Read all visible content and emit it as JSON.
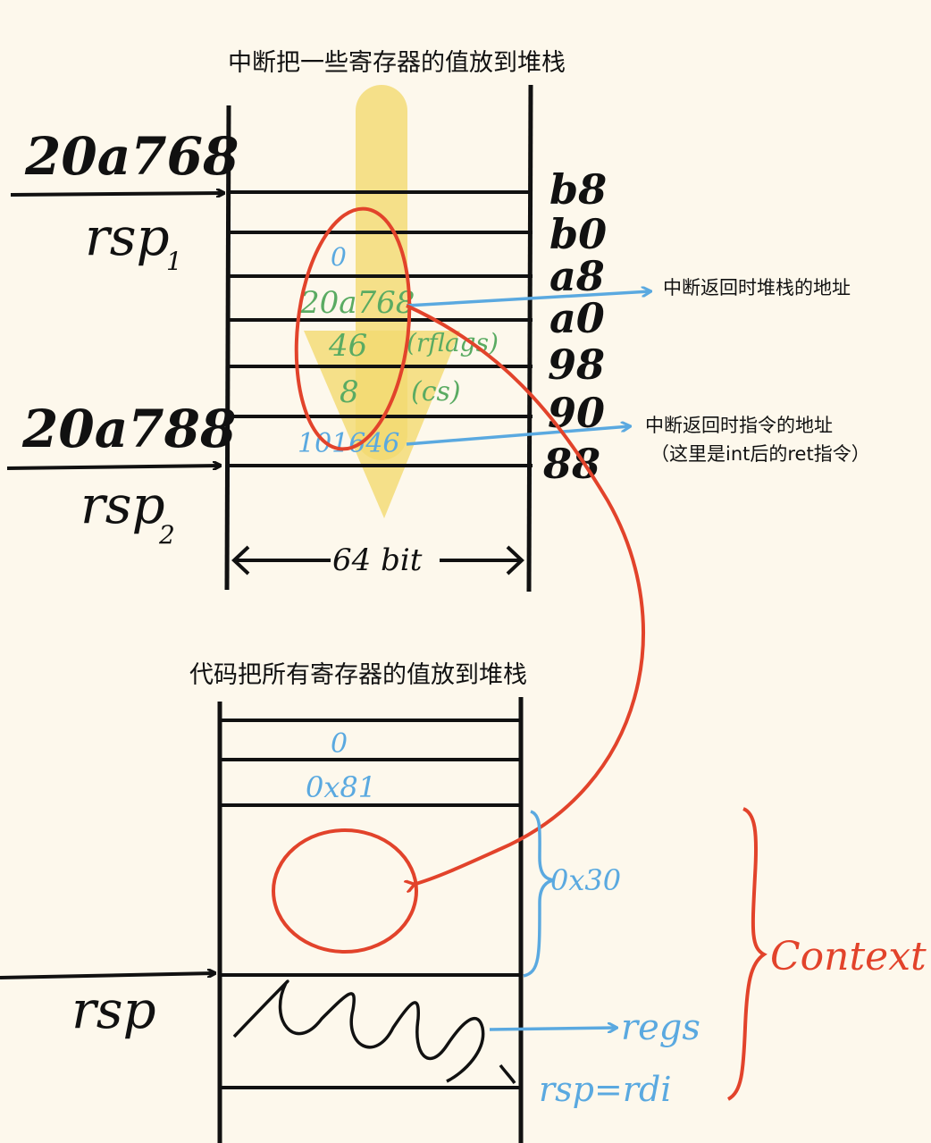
{
  "colors": {
    "ink": "#111111",
    "blue": "#5aa9e0",
    "green": "#5aab62",
    "red": "#e2432b",
    "yellow": "#f2d970",
    "background": "#fdf8ec"
  },
  "top": {
    "title": "中断把一些寄存器的值放到堆栈",
    "rsp1_address": "20a768",
    "rsp1_label": "rsp",
    "rsp1_sub": "1",
    "rsp2_address": "20a788",
    "rsp2_label": "rsp",
    "rsp2_sub": "2",
    "offsets": [
      "b8",
      "b0",
      "a8",
      "a0",
      "98",
      "90",
      "88"
    ],
    "cells": {
      "zero": "0",
      "ret_rsp": "20a768",
      "rflags": "46",
      "rflags_note": "(rflags)",
      "cs": "8",
      "cs_note": "(cs)",
      "rip": "101646"
    },
    "width_label": "64 bit",
    "note_stack": "中断返回时堆栈的地址",
    "note_ip_line1": "中断返回时指令的地址",
    "note_ip_line2": "（这里是int后的ret指令）"
  },
  "bottom": {
    "title": "代码把所有寄存器的值放到堆栈",
    "cell_zero": "0",
    "cell_vector": "0x81",
    "brace_size": "0x30",
    "rsp_label": "rsp",
    "regs_label": "regs",
    "rsp_eq": "rsp=rdi",
    "context_label": "Context"
  }
}
